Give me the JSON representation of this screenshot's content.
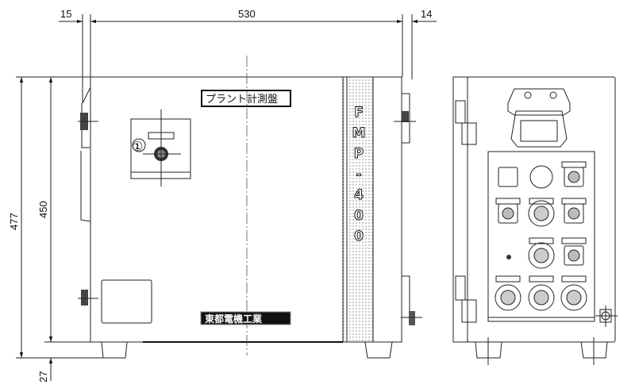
{
  "dimensions": {
    "left_offset": "15",
    "width": "530",
    "right_offset": "14",
    "total_height": "477",
    "body_height": "450",
    "foot_height": "27"
  },
  "front_view": {
    "nameplate": "プラント計測盤",
    "callout": "①",
    "model": "FMP-400",
    "logo": "東都電機工業"
  }
}
